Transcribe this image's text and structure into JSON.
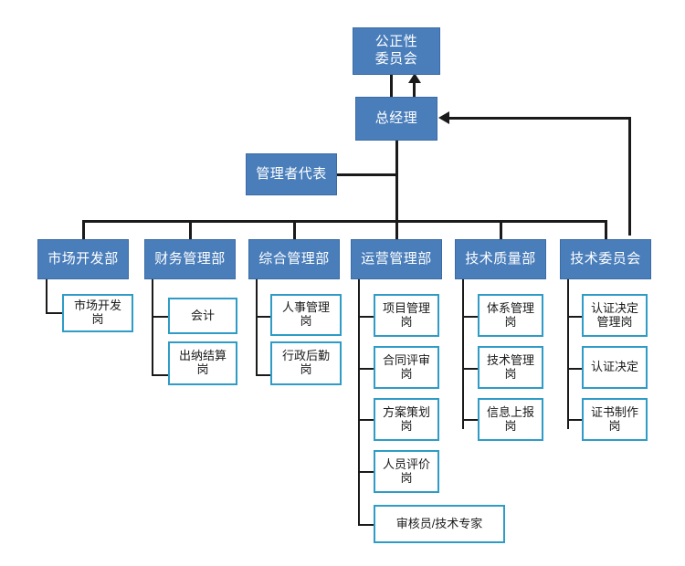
{
  "chart": {
    "type": "org-chart",
    "title": "",
    "top_nodes": [
      {
        "id": "impartiality-committee",
        "label": "公正性\n委员会",
        "level": 0
      },
      {
        "id": "general-manager",
        "label": "总经理",
        "level": 1
      },
      {
        "id": "management-representative",
        "label": "管理者代表",
        "level": 2
      }
    ],
    "departments": [
      {
        "id": "market-development-dept",
        "label": "市场开发部",
        "positions": [
          {
            "id": "market-development-post",
            "label": "市场开发\n岗"
          }
        ]
      },
      {
        "id": "finance-management-dept",
        "label": "财务管理部",
        "positions": [
          {
            "id": "accounting-post",
            "label": "会计"
          },
          {
            "id": "cashier-settlement-post",
            "label": "出纳结算\n岗"
          }
        ]
      },
      {
        "id": "general-management-dept",
        "label": "综合管理部",
        "positions": [
          {
            "id": "hr-management-post",
            "label": "人事管理\n岗"
          },
          {
            "id": "admin-logistics-post",
            "label": "行政后勤\n岗"
          }
        ]
      },
      {
        "id": "operations-management-dept",
        "label": "运营管理部",
        "positions": [
          {
            "id": "project-management-post",
            "label": "项目管理\n岗"
          },
          {
            "id": "contract-review-post",
            "label": "合同评审\n岗"
          },
          {
            "id": "scheme-planning-post",
            "label": "方案策划\n岗"
          },
          {
            "id": "personnel-evaluation-post",
            "label": "人员评价\n岗"
          },
          {
            "id": "auditor-technical-expert",
            "label": "审核员/技术专家"
          }
        ]
      },
      {
        "id": "technical-quality-dept",
        "label": "技术质量部",
        "positions": [
          {
            "id": "system-management-post",
            "label": "体系管理\n岗"
          },
          {
            "id": "technical-management-post",
            "label": "技术管理\n岗"
          },
          {
            "id": "information-reporting-post",
            "label": "信息上报\n岗"
          }
        ]
      },
      {
        "id": "technical-committee",
        "label": "技术委员会",
        "positions": [
          {
            "id": "certification-decision-management-post",
            "label": "认证决定\n管理岗"
          },
          {
            "id": "certification-decision-post",
            "label": "认证决定"
          },
          {
            "id": "certificate-production-post",
            "label": "证书制作\n岗"
          }
        ]
      }
    ],
    "colors": {
      "node_fill": "#4A7EBB",
      "node_border": "#3A6BA5",
      "node_text": "#FFFFFF",
      "position_fill": "#FFFFFF",
      "position_border": "#2E9CC6",
      "position_text": "#1A1A1A",
      "connector": "#1A1A1A",
      "background": "#FFFFFF"
    }
  }
}
